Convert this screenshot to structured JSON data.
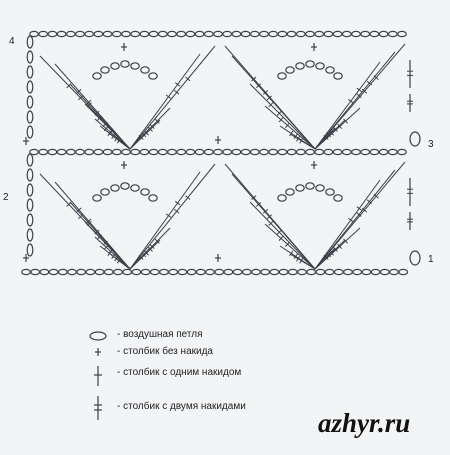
{
  "diagram": {
    "row_numbers": [
      "4",
      "3",
      "2",
      "1"
    ],
    "stroke_color": "#3b4048"
  },
  "legend": {
    "items": [
      {
        "symbol": "chain-stitch-icon",
        "label": "- воздушная петля"
      },
      {
        "symbol": "single-crochet-icon",
        "label": "- столбик без накида"
      },
      {
        "symbol": "double-crochet-icon",
        "label": "- столбик с одним накидом"
      },
      {
        "symbol": "treble-crochet-icon",
        "label": "- столбик с двумя накидами"
      }
    ]
  },
  "watermark": "azhyr.ru"
}
